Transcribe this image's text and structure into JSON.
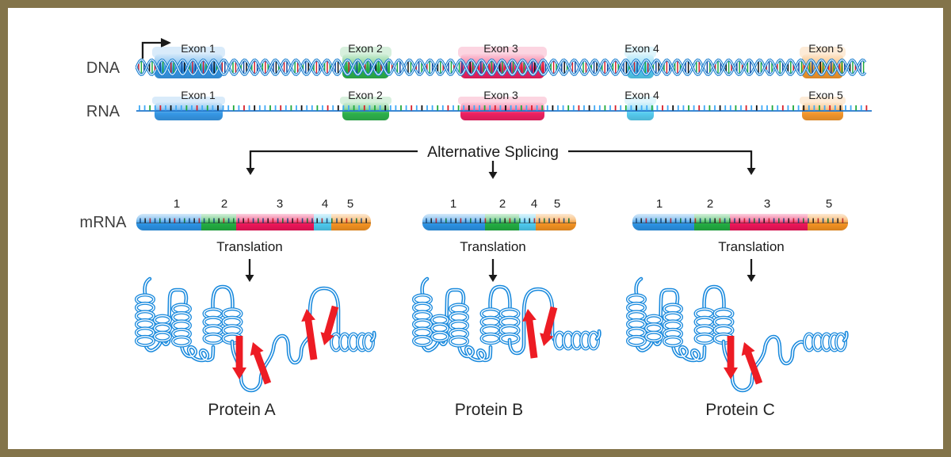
{
  "rows": {
    "dna_label": "DNA",
    "rna_label": "RNA",
    "mrna_label": "mRNA"
  },
  "exons": [
    {
      "number": "1",
      "label": "Exon 1",
      "color": "#2b92e4"
    },
    {
      "number": "2",
      "label": "Exon 2",
      "color": "#22ad42"
    },
    {
      "number": "3",
      "label": "Exon 3",
      "color": "#ed1559"
    },
    {
      "number": "4",
      "label": "Exon 4",
      "color": "#4cc8ee"
    },
    {
      "number": "5",
      "label": "Exon 5",
      "color": "#f39121"
    }
  ],
  "splicing_label": "Alternative Splicing",
  "translation_label": "Translation",
  "variants": [
    {
      "protein_label": "Protein A",
      "exons": [
        "1",
        "2",
        "3",
        "4",
        "5"
      ]
    },
    {
      "protein_label": "Protein B",
      "exons": [
        "1",
        "2",
        "4",
        "5"
      ]
    },
    {
      "protein_label": "Protein C",
      "exons": [
        "1",
        "2",
        "3",
        "5"
      ]
    }
  ],
  "colors": {
    "border": "#83744a",
    "background": "#ffffff",
    "helix_strand": "#1a7fd0",
    "rna_line": "#2277cc",
    "protein": "#1889dd",
    "red_arrow": "#ed1c24",
    "ink": "#1a1a1a",
    "row_label_text": "#3f3f3f",
    "text": "#222222"
  }
}
